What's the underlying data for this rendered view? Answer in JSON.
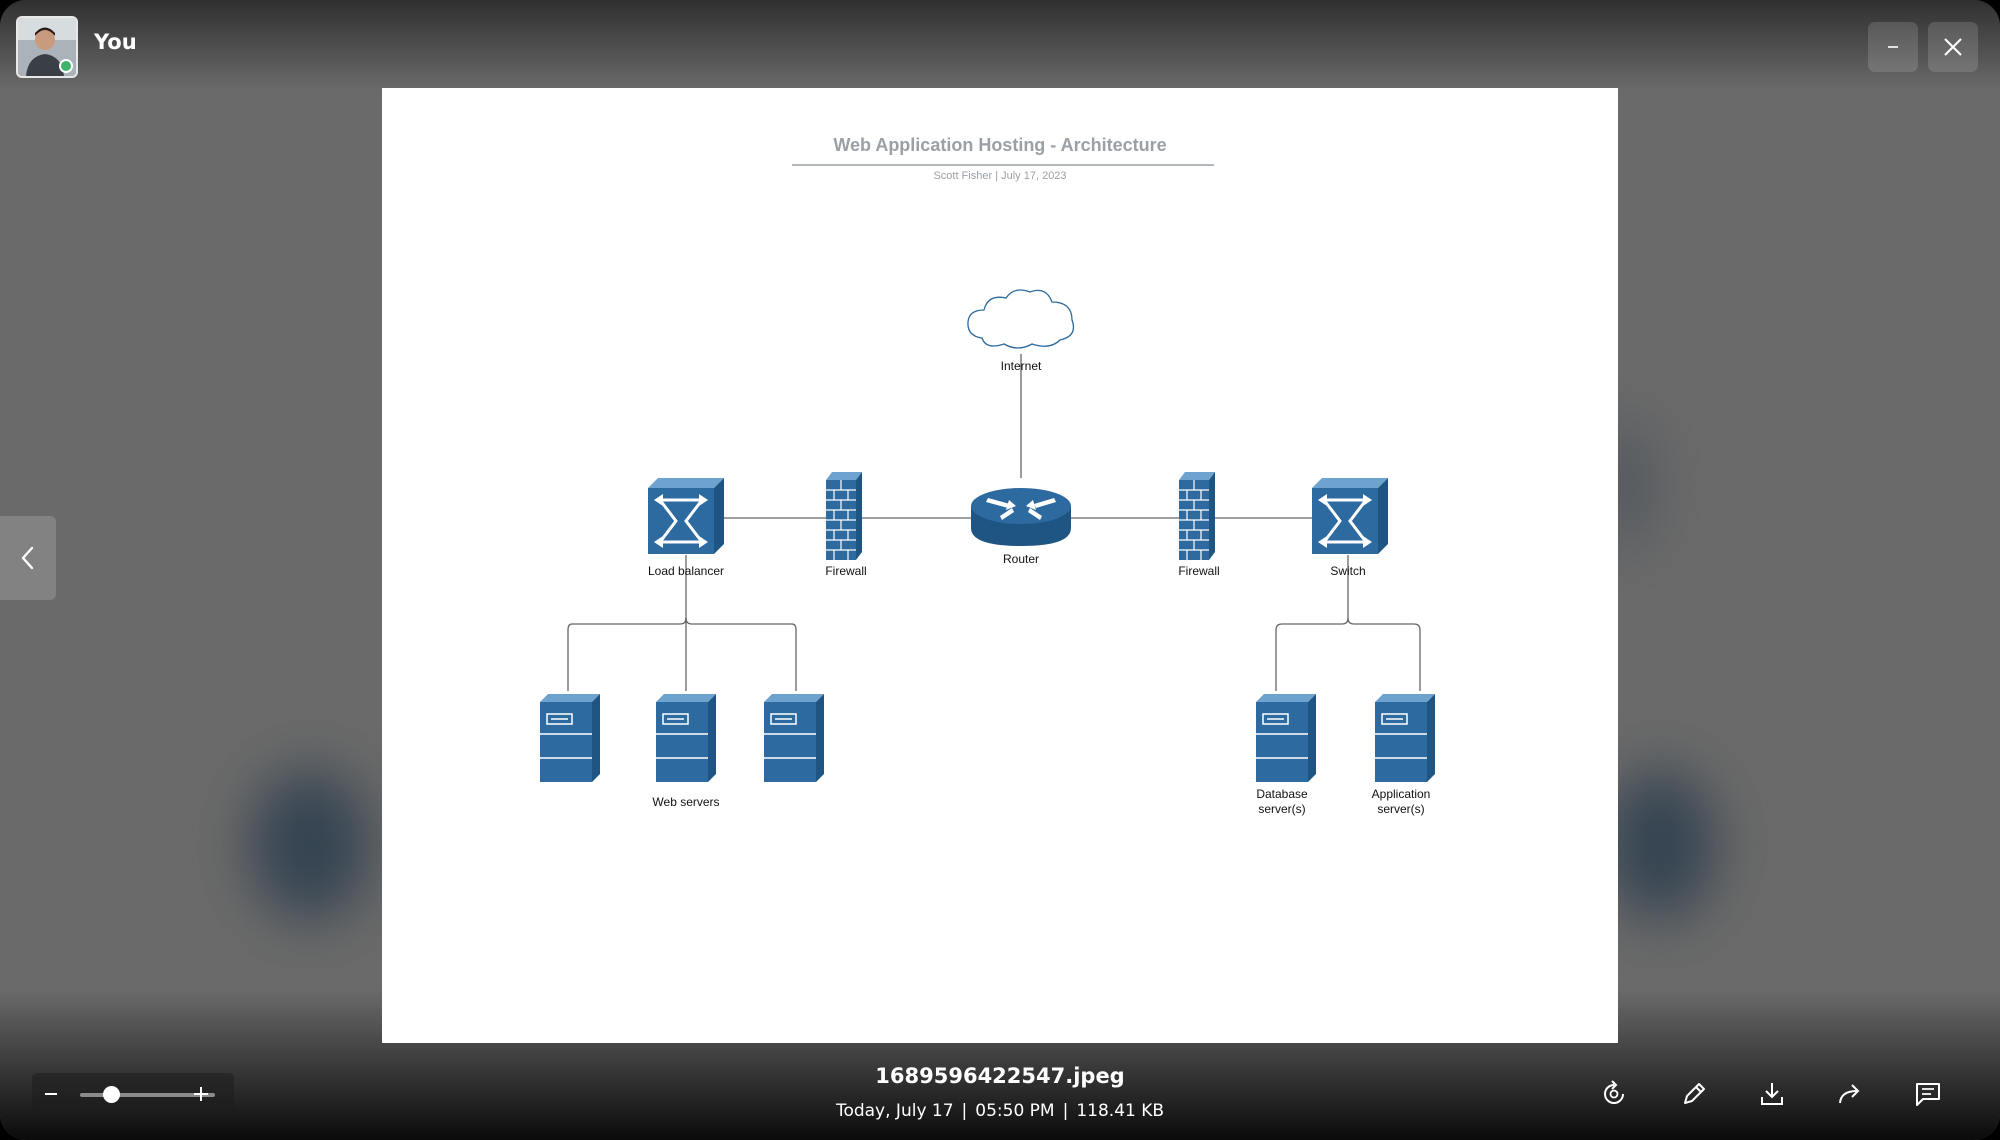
{
  "header": {
    "user_name": "You"
  },
  "document": {
    "title": "Web Application Hosting - Architecture",
    "subtitle_author": "Scott Fisher",
    "subtitle_date": "July 17, 2023",
    "subtitle_separator": "|",
    "nodes": {
      "internet": "Internet",
      "router": "Router",
      "firewall_left": "Firewall",
      "firewall_right": "Firewall",
      "load_balancer": "Load balancer",
      "switch": "Switch",
      "web_servers": "Web servers",
      "database_line1": "Database",
      "database_line2": "server(s)",
      "application_line1": "Application",
      "application_line2": "server(s)"
    }
  },
  "footer": {
    "file_name": "1689596422547.jpeg",
    "date": "Today, July 17",
    "time": "05:50 PM",
    "size": "118.41 KB",
    "separator": "|"
  },
  "colors": {
    "device_blue": "#2d6a9f",
    "title_gray": "#9aa0a6",
    "connector": "#666666"
  }
}
